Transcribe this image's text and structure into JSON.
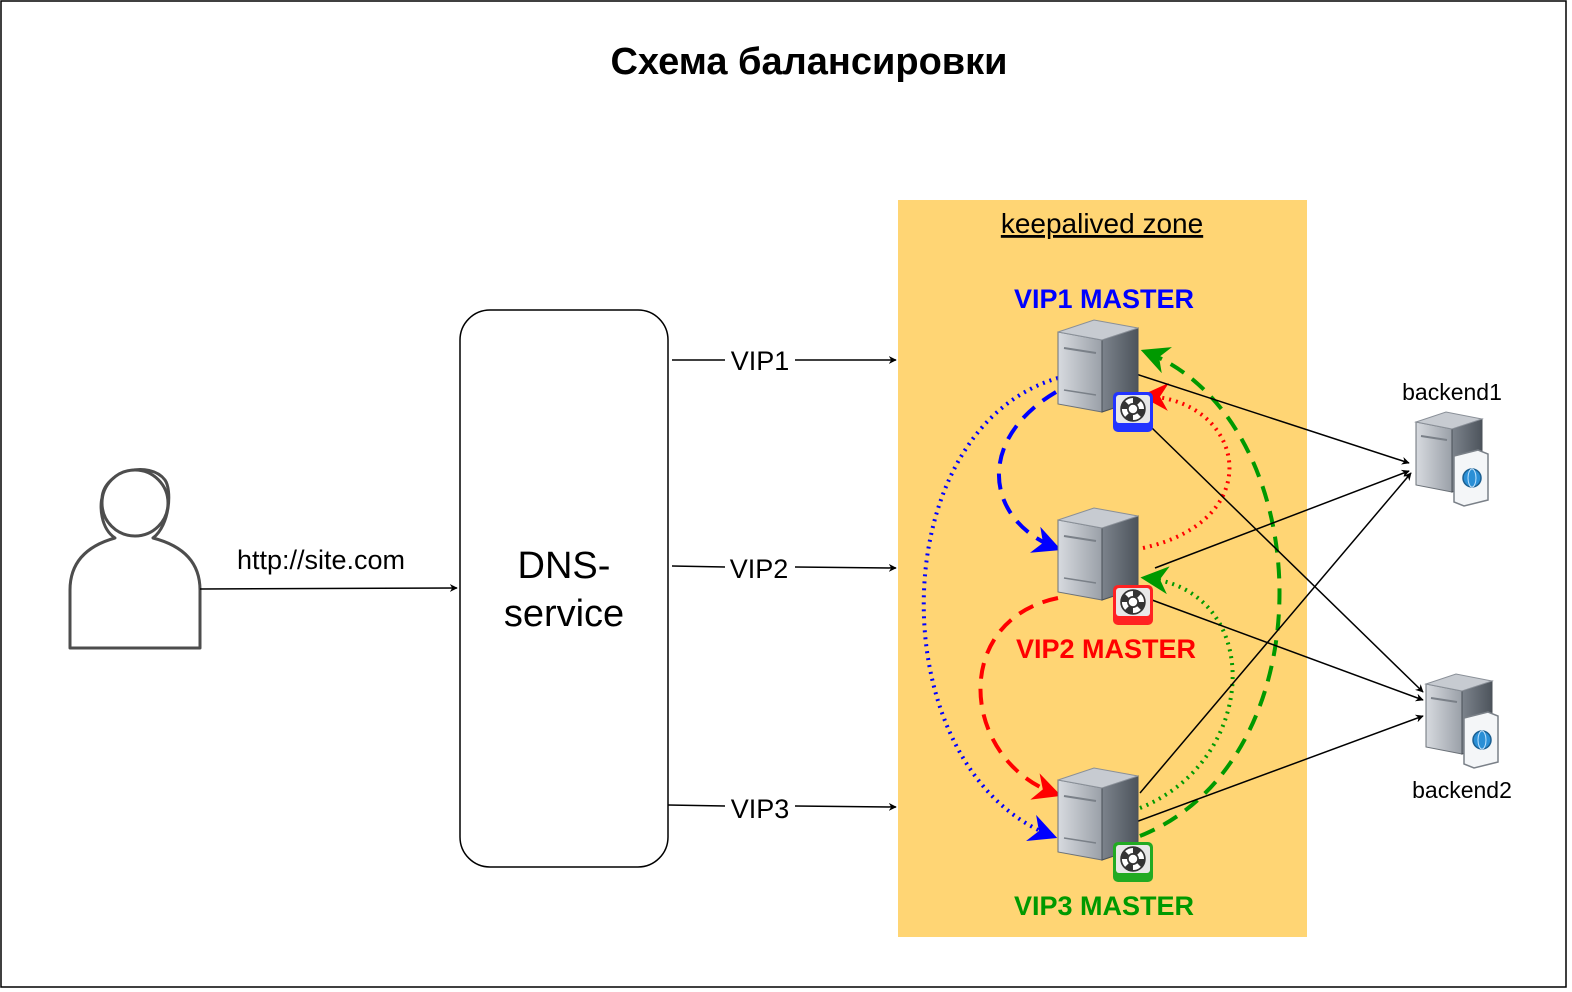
{
  "title": "Схема балансировки",
  "zone_label": "keepalived zone",
  "dns_label_line1": "DNS-",
  "dns_label_line2": "service",
  "client_request_label": "http://site.com",
  "vip_labels": [
    "VIP1",
    "VIP2",
    "VIP3"
  ],
  "masters": [
    {
      "label": "VIP1 MASTER",
      "color": "#0000ff"
    },
    {
      "label": "VIP2 MASTER",
      "color": "#ff0000"
    },
    {
      "label": "VIP3 MASTER",
      "color": "#009900"
    }
  ],
  "backends": [
    "backend1",
    "backend2"
  ],
  "colors": {
    "zone_fill": "#ffd574",
    "vip1": "#0000ff",
    "vip2": "#ff0000",
    "vip3": "#009900",
    "border": "#000000",
    "user_stroke": "#4d4d4d"
  },
  "icons": {
    "client": "user-icon",
    "balancer": "server-icon",
    "keepalived_badge": "lifebuoy-icon",
    "backend": "web-server-icon"
  }
}
